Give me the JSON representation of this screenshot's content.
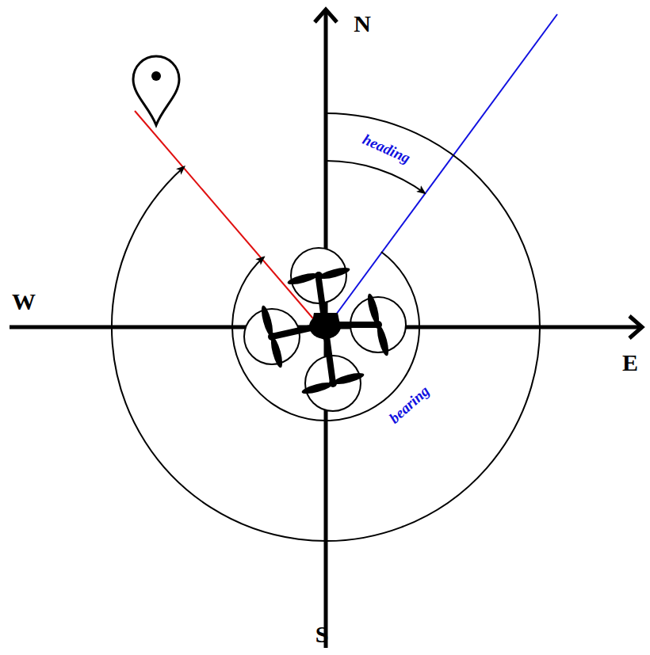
{
  "diagram": {
    "labels": [
      "N",
      "W",
      "E",
      "S",
      "heading",
      "bearing"
    ]
  }
}
